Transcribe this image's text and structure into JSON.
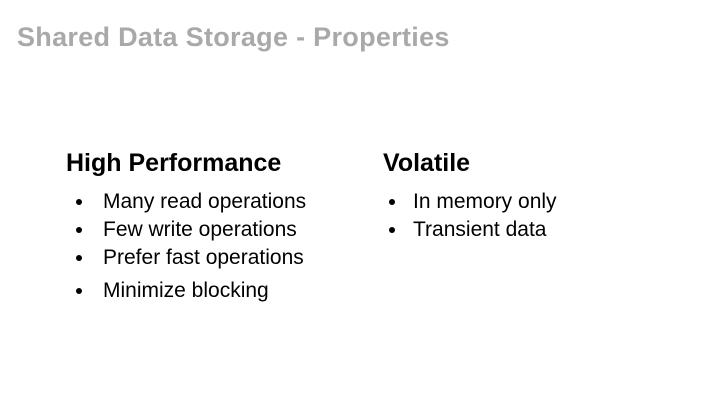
{
  "theme": {
    "background": "#ffffff",
    "title-color": "#a9a9a9",
    "text-color": "#000000"
  },
  "slide": {
    "title": "Shared Data Storage - Properties",
    "columns": [
      {
        "heading": "High Performance",
        "bullets": [
          "Many read operations",
          "Few write operations",
          "Prefer fast operations",
          "Minimize blocking"
        ]
      },
      {
        "heading": "Volatile",
        "bullets": [
          "In memory only",
          "Transient data"
        ]
      }
    ]
  }
}
